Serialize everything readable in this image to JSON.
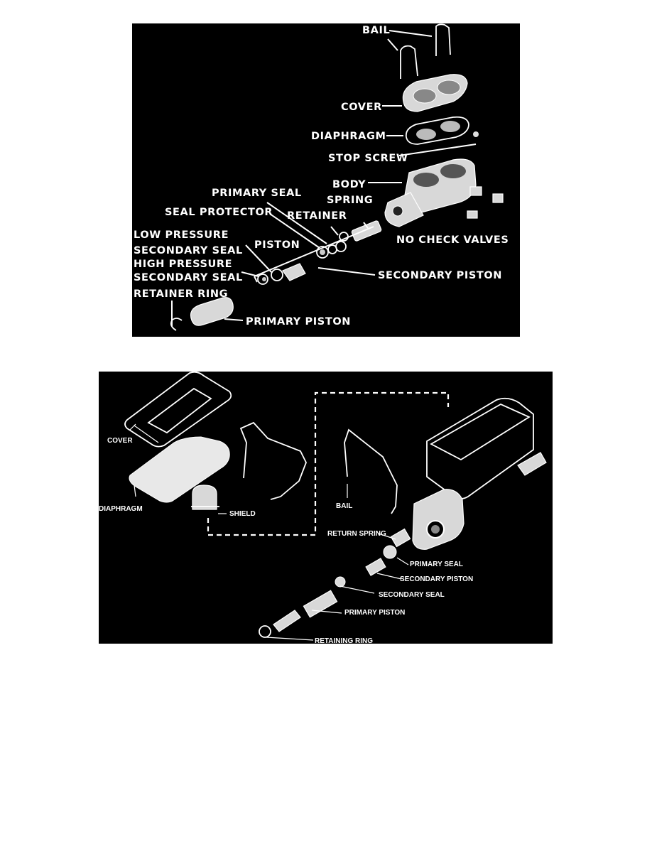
{
  "figure_top": {
    "labels": {
      "bail": "BAIL",
      "cover": "COVER",
      "diaphragm": "DIAPHRAGM",
      "stop_screw": "STOP SCREW",
      "body": "BODY",
      "primary_seal": "PRIMARY SEAL",
      "spring": "SPRING",
      "seal_protector": "SEAL PROTECTOR",
      "retainer": "RETAINER",
      "low_pressure_1": "LOW PRESSURE",
      "low_pressure_2": "SECONDARY SEAL",
      "piston": "PISTON",
      "no_check_valves": "NO CHECK VALVES",
      "high_pressure_1": "HIGH PRESSURE",
      "high_pressure_2": "SECONDARY SEAL",
      "secondary_piston": "SECONDARY PISTON",
      "retainer_ring": "RETAINER RING",
      "primary_piston": "PRIMARY PISTON"
    }
  },
  "figure_bottom": {
    "labels": {
      "cover": "COVER",
      "diaphragm": "DIAPHRAGM",
      "shield": "SHIELD",
      "bail": "BAIL",
      "return_spring": "RETURN SPRING",
      "primary_seal": "PRIMARY SEAL",
      "secondary_piston": "SECONDARY PISTON",
      "secondary_seal": "SECONDARY SEAL",
      "primary_piston": "PRIMARY PISTON",
      "retaining_ring": "RETAINING RING"
    }
  }
}
